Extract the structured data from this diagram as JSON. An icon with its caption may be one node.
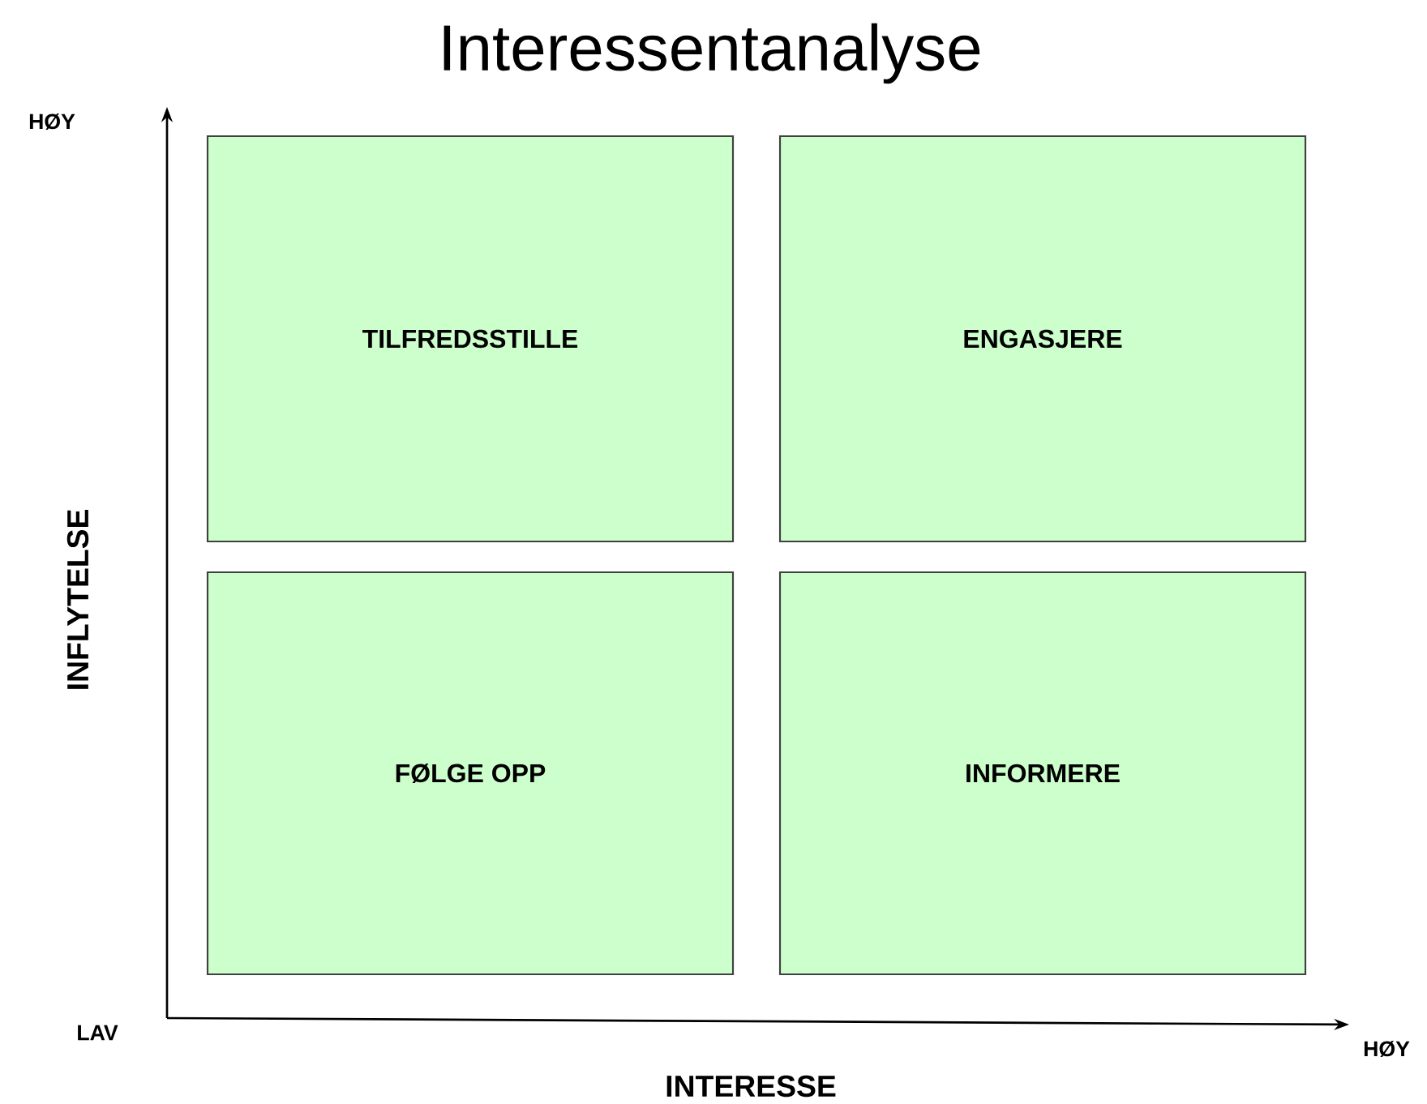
{
  "diagram": {
    "title": "Interessentanalyse",
    "nodes": [
      {
        "text": [
          "TILFREDSSTILLE"
        ]
      },
      {
        "text": [
          "ENGASJERE"
        ]
      },
      {
        "text": [
          "FØLGE  OPP"
        ]
      },
      {
        "text": [
          "INFORMERE"
        ]
      }
    ],
    "labels": [
      "HØY",
      "INFLYTELSE",
      "LAV",
      "HØY",
      "INTERESSE"
    ]
  }
}
